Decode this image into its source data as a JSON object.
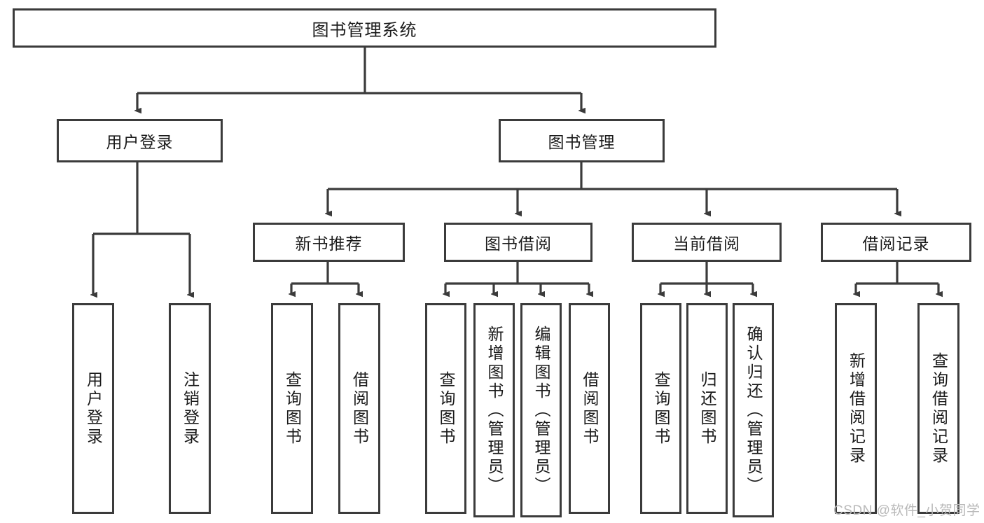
{
  "diagram": {
    "title": "图书管理系统",
    "root": {
      "label": "图书管理系统"
    },
    "level1": [
      {
        "label": "用户登录"
      },
      {
        "label": "图书管理"
      }
    ],
    "level2": [
      {
        "label": "新书推荐"
      },
      {
        "label": "图书借阅"
      },
      {
        "label": "当前借阅"
      },
      {
        "label": "借阅记录"
      }
    ],
    "leaves": {
      "user_login": [
        {
          "label": "用户登录"
        },
        {
          "label": "注销登录"
        }
      ],
      "new_book_recommend": [
        {
          "label": "查询图书"
        },
        {
          "label": "借阅图书"
        }
      ],
      "book_borrow": [
        {
          "label": "查询图书"
        },
        {
          "label": "新增图书（管理员）"
        },
        {
          "label": "编辑图书（管理员）"
        },
        {
          "label": "借阅图书"
        }
      ],
      "current_borrow": [
        {
          "label": "查询图书"
        },
        {
          "label": "归还图书"
        },
        {
          "label": "确认归还（管理员）"
        }
      ],
      "borrow_record": [
        {
          "label": "新增借阅记录"
        },
        {
          "label": "查询借阅记录"
        }
      ]
    }
  },
  "watermark": {
    "text": "CSDN @软件_小贺同学"
  },
  "colors": {
    "border": "#3b3b3b",
    "background": "#ffffff",
    "text": "#1a1a1a",
    "watermark": "#b9b9b9"
  }
}
